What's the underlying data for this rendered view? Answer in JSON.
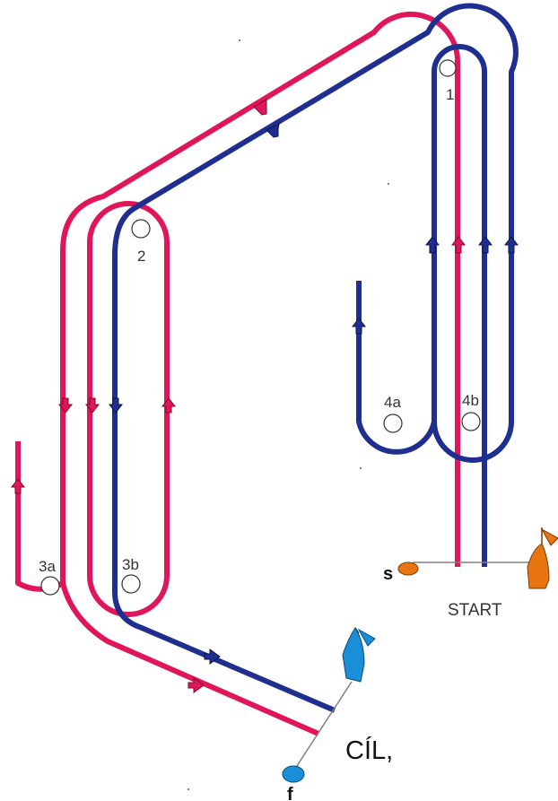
{
  "labels": {
    "mark_1": "1",
    "mark_2": "2",
    "mark_3a": "3a",
    "mark_3b": "3b",
    "mark_4a": "4a",
    "mark_4b": "4b",
    "start": "START",
    "finish": "CÍL,",
    "start_buoy": "s",
    "finish_buoy": "f"
  },
  "colors": {
    "red_route": "#e0165a",
    "blue_route": "#1f2f8f",
    "start_boat": "#e87511",
    "finish_boat": "#1a8fd8",
    "line": "#808080"
  }
}
